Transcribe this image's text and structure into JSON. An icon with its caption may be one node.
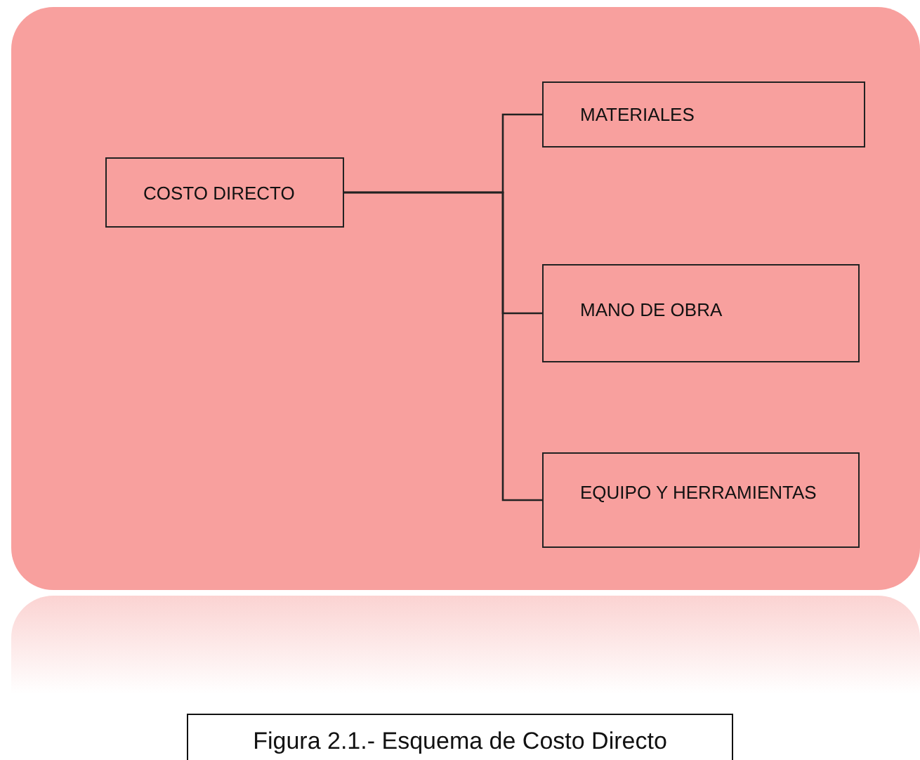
{
  "diagram": {
    "caption": "Figura 2.1.- Esquema de Costo Directo",
    "nodes": [
      {
        "text": [
          "COSTO DIRECTO"
        ]
      },
      {
        "text": [
          "MATERIALES"
        ]
      },
      {
        "text": [
          "MANO DE OBRA"
        ]
      },
      {
        "text": [
          "EQUIPO Y HERRAMIENTAS"
        ]
      }
    ],
    "edges": [
      {
        "from": 0,
        "to": 1,
        "arrow": "none"
      },
      {
        "from": 0,
        "to": 2,
        "arrow": "none"
      },
      {
        "from": 0,
        "to": 3,
        "arrow": "none"
      }
    ]
  }
}
